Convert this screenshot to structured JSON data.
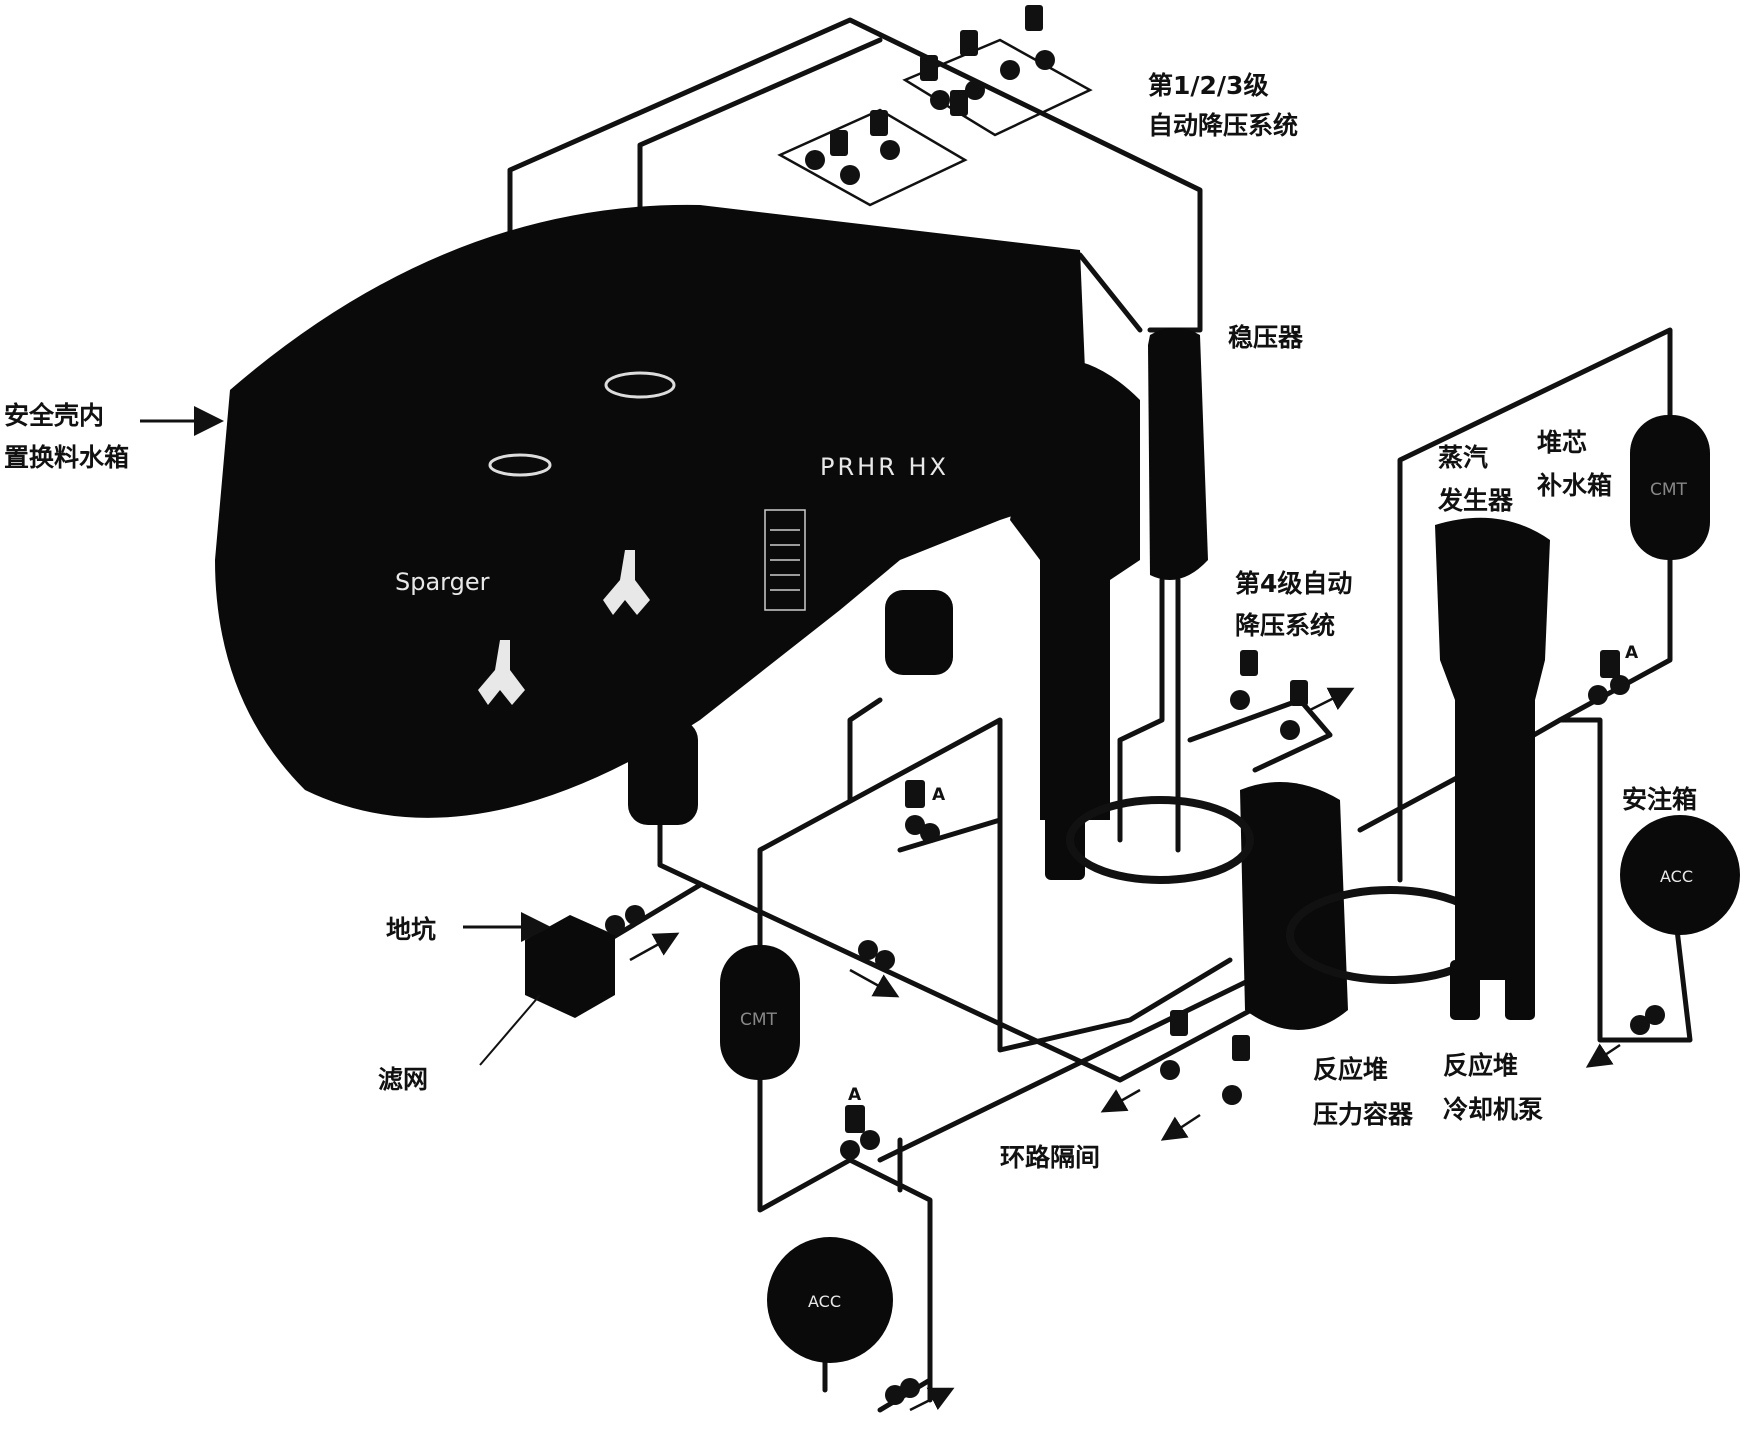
{
  "labels": {
    "ads_123": [
      "第1/2/3级",
      "自动降压系统"
    ],
    "pressurizer": "稳压器",
    "irwst": [
      "安全壳内",
      "置换料水箱"
    ],
    "steam_generator": [
      "蒸汽",
      "发生器"
    ],
    "cmt": [
      "堆芯",
      "补水箱"
    ],
    "ads_4": [
      "第4级自动",
      "降压系统"
    ],
    "accumulator": "安注箱",
    "sump": "地坑",
    "screen": "滤网",
    "rpv": [
      "反应堆",
      "压力容器"
    ],
    "rcp": [
      "反应堆",
      "冷却机泵"
    ],
    "loop_compartment": "环路隔间"
  },
  "component_text": {
    "sparger": "Sparger",
    "prhr_hx": "PRHR HX",
    "acc_left": "ACC",
    "acc_right": "ACC",
    "cmt_left": "CMT",
    "cmt_right": "CMT",
    "valve_tag_a": "A"
  }
}
